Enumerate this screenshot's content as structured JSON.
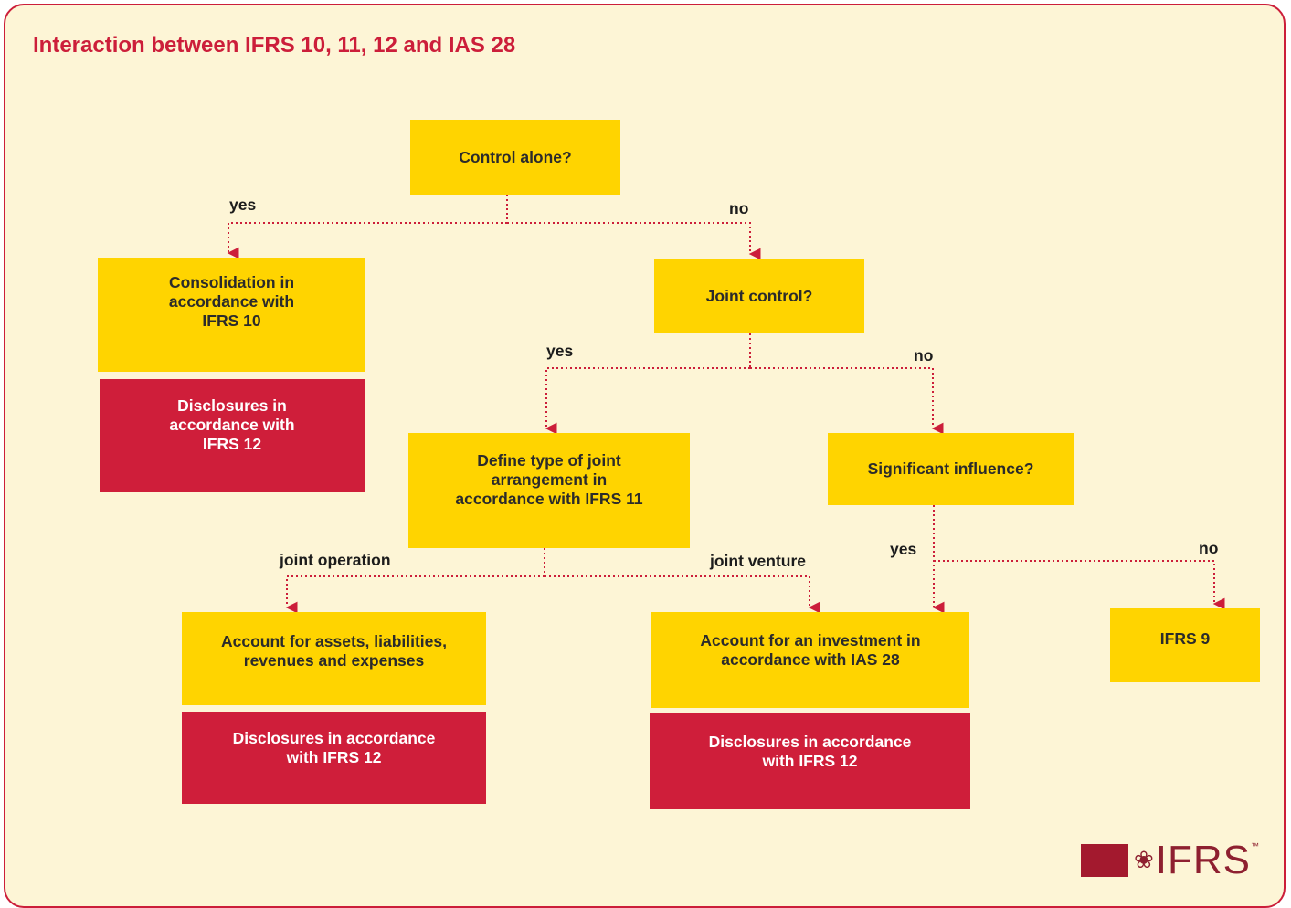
{
  "title": "Interaction between IFRS 10, 11, 12 and IAS 28",
  "colors": {
    "accent_red": "#cf1e3a",
    "yellow": "#ffd400",
    "background": "#fdf5d6",
    "connector": "#cc1e3a"
  },
  "nodes": {
    "control_alone": "Control alone?",
    "consolidation": "Consolidation in\n accordance with\nIFRS 10",
    "disclosures_ifrs12_a": "Disclosures in\n accordance with\nIFRS 12",
    "joint_control": "Joint control?",
    "define_type": "Define type of joint\n arrangement in\naccordance with IFRS 11",
    "significant_influence": "Significant influence?",
    "account_assets": "Account for assets, liabilities,\n revenues and expenses",
    "disclosures_ifrs12_b": "Disclosures in accordance\n with IFRS 12",
    "account_investment": "Account for an investment in\n accordance with IAS 28",
    "disclosures_ifrs12_c": "Disclosures in accordance\n with IFRS 12",
    "ifrs9": "IFRS 9"
  },
  "edge_labels": {
    "control_yes": "yes",
    "control_no": "no",
    "joint_yes": "yes",
    "joint_no": "no",
    "joint_operation": "joint operation",
    "joint_venture": "joint venture",
    "influence_yes": "yes",
    "influence_no": "no"
  },
  "logo": {
    "text": "IFRS",
    "trademark": "™",
    "icon": "flower-icon"
  }
}
